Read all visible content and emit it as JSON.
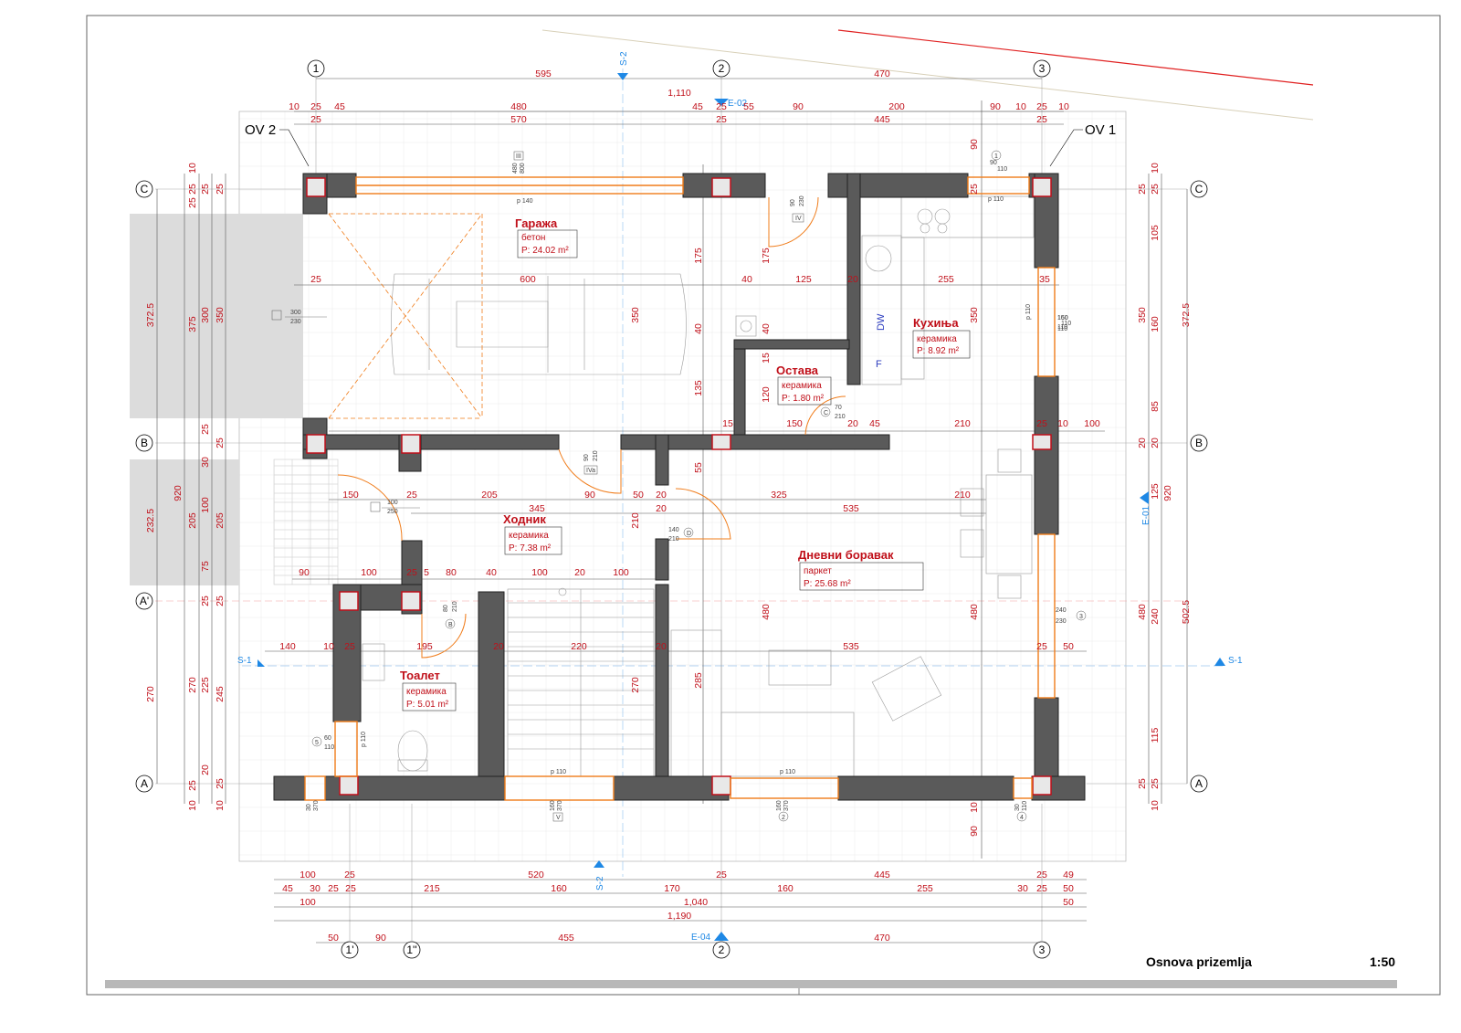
{
  "sheet": {
    "title": "Osnova prizemlja",
    "scale": "1:50"
  },
  "markers": {
    "ov1": "OV 1",
    "ov2": "OV 2"
  },
  "grid_axes": {
    "vertical": [
      "1",
      "2",
      "3",
      "1'",
      "1''"
    ],
    "horizontal": [
      "C",
      "B",
      "A'",
      "A"
    ]
  },
  "sections": {
    "s1": "S-1",
    "s2": "S-2",
    "e01": "E-01",
    "e02": "E-02",
    "e04": "E-04"
  },
  "rooms": [
    {
      "name": "Гаража",
      "floor": "бетон",
      "area": "P: 24.02 m²"
    },
    {
      "name": "Кухиња",
      "floor": "керамика",
      "area": "P: 8.92 m²"
    },
    {
      "name": "Остава",
      "floor": "керамика",
      "area": "P: 1.80 m²"
    },
    {
      "name": "Ходник",
      "floor": "керамика",
      "area": "P: 7.38 m²"
    },
    {
      "name": "Дневни боравак",
      "floor": "паркет",
      "area": "P: 25.68 m²"
    },
    {
      "name": "Тоалет",
      "floor": "керамика",
      "area": "P: 5.01 m²"
    }
  ],
  "appliances": {
    "dishwasher": "DW",
    "fridge": "F"
  },
  "dimensions": {
    "top_row1": [
      "595",
      "470"
    ],
    "top_total": "1,110",
    "top_row2": [
      "10",
      "25",
      "45",
      "480",
      "45",
      "25",
      "55",
      "90",
      "200",
      "90",
      "10",
      "25",
      "10"
    ],
    "top_row3": [
      "25",
      "570",
      "25",
      "445",
      "25"
    ],
    "bottom_row1": [
      "100",
      "25",
      "520",
      "25",
      "445",
      "25",
      "49"
    ],
    "bottom_row2": [
      "45",
      "30",
      "25",
      "25",
      "215",
      "160",
      "170",
      "160",
      "255",
      "30",
      "25",
      "50"
    ],
    "bottom_row3": [
      "100",
      "1,040",
      "50"
    ],
    "bottom_total": "1,190",
    "bottom_row4": [
      "50",
      "90",
      "455",
      "470"
    ],
    "left_outer": [
      "372.5",
      "920",
      "232.5",
      "270"
    ],
    "left_mid": [
      "375",
      "205",
      "270"
    ],
    "left_in1": [
      "10",
      "25",
      "300",
      "25",
      "30",
      "100",
      "75",
      "25",
      "225",
      "20",
      "25",
      "10"
    ],
    "left_in2": [
      "25",
      "350",
      "25",
      "205",
      "25",
      "245",
      "25",
      "10"
    ],
    "left_top": [
      "25",
      "25",
      "10"
    ],
    "right_outer": [
      "372.5",
      "920",
      "502.5"
    ],
    "right_mid": [
      "350",
      "480"
    ],
    "right_in": [
      "105",
      "160",
      "85",
      "125",
      "240",
      "115"
    ],
    "right_small": [
      "25",
      "25",
      "10",
      "20",
      "20",
      "25",
      "25",
      "10"
    ],
    "interior": [
      "25",
      "600",
      "40",
      "125",
      "20",
      "255",
      "35",
      "175",
      "175",
      "40",
      "40",
      "15",
      "135",
      "120",
      "350",
      "350",
      "15",
      "150",
      "20",
      "45",
      "210",
      "25",
      "10",
      "100",
      "150",
      "25",
      "205",
      "90",
      "50",
      "20",
      "325",
      "210",
      "345",
      "535",
      "55",
      "210",
      "20",
      "90",
      "100",
      "25",
      "5",
      "80",
      "40",
      "100",
      "20",
      "100",
      "140",
      "10",
      "25",
      "195",
      "20",
      "220",
      "20",
      "535",
      "25",
      "50",
      "480",
      "480",
      "285",
      "270",
      "10",
      "90",
      "90",
      "25"
    ],
    "openings": [
      {
        "w": "300",
        "h": "230"
      },
      {
        "w": "100",
        "h": "250"
      },
      {
        "w": "90",
        "h": "230"
      },
      {
        "w": "90",
        "h": "210"
      },
      {
        "w": "140",
        "h": "210"
      },
      {
        "w": "80",
        "h": "210"
      },
      {
        "w": "70",
        "h": "210"
      },
      {
        "w": "240",
        "h": "230"
      },
      {
        "w": "160",
        "h": "110"
      },
      {
        "w": "60",
        "h": "110"
      }
    ],
    "tags": [
      "III",
      "IV",
      "IVa",
      "V",
      "1",
      "2",
      "3",
      "4",
      "5",
      "B",
      "C",
      "D"
    ],
    "sill": [
      "p 140",
      "p 110",
      "p 110",
      "p 110",
      "p 110",
      "p 110"
    ],
    "window_small": [
      "90",
      "110",
      "150",
      "110",
      "30",
      "370",
      "160",
      "370",
      "160",
      "370",
      "30",
      "110",
      "480",
      "800",
      "110"
    ]
  }
}
